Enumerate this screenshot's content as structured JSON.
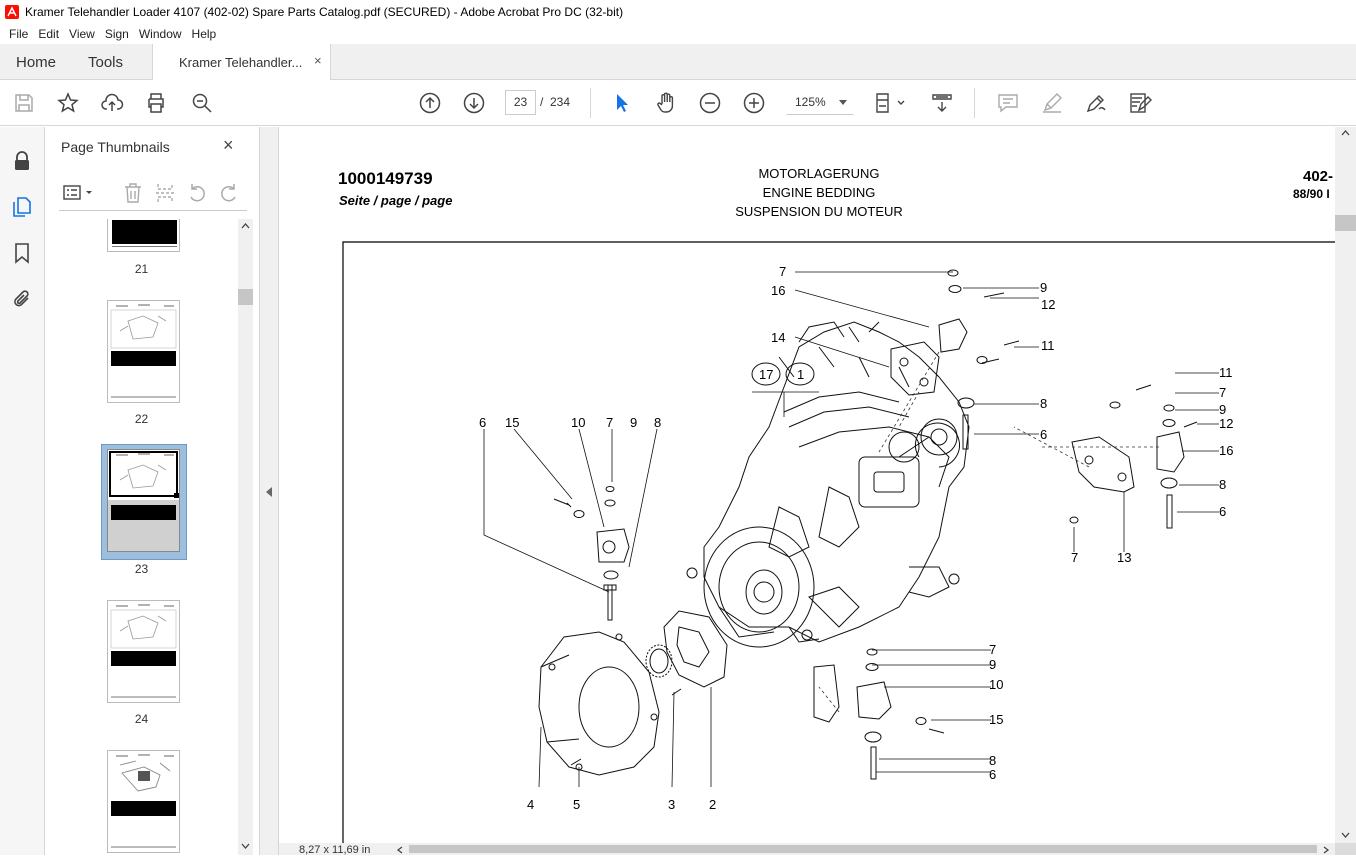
{
  "window": {
    "title": "Kramer Telehandler Loader 4107 (402-02) Spare Parts Catalog.pdf (SECURED) - Adobe Acrobat Pro DC (32-bit)"
  },
  "menu": [
    "File",
    "Edit",
    "View",
    "Sign",
    "Window",
    "Help"
  ],
  "tabs": {
    "home": "Home",
    "tools": "Tools",
    "document": "Kramer Telehandler...",
    "close": "×"
  },
  "toolbar": {
    "current_page": "23",
    "page_separator": "/",
    "total_pages": "234",
    "zoom": "125%"
  },
  "panel": {
    "title": "Page Thumbnails",
    "close": "×",
    "thumbnails": [
      {
        "label": "21"
      },
      {
        "label": "22"
      },
      {
        "label": "23",
        "selected": true
      },
      {
        "label": "24"
      },
      {
        "label": ""
      }
    ]
  },
  "status": {
    "page_size": "8,27 x 11,69 in"
  },
  "document": {
    "part_number": "1000149739",
    "page_label": "Seite / page / page",
    "title_de": "MOTORLAGERUNG",
    "title_en": "ENGINE BEDDING",
    "title_fr": "SUSPENSION DU MOTEUR",
    "right_code": "402-",
    "right_sub": "88/90 I",
    "callouts": [
      "7",
      "16",
      "14",
      "9",
      "12",
      "11",
      "8",
      "6",
      "17",
      "1",
      "11",
      "7",
      "9",
      "12",
      "16",
      "8",
      "6",
      "7",
      "13",
      "6",
      "15",
      "10",
      "7",
      "9",
      "8",
      "7",
      "9",
      "10",
      "15",
      "8",
      "6",
      "4",
      "5",
      "3",
      "2"
    ]
  },
  "colors": {
    "accent": "#1473e6",
    "thumb_selected": "#9bbfdc"
  }
}
